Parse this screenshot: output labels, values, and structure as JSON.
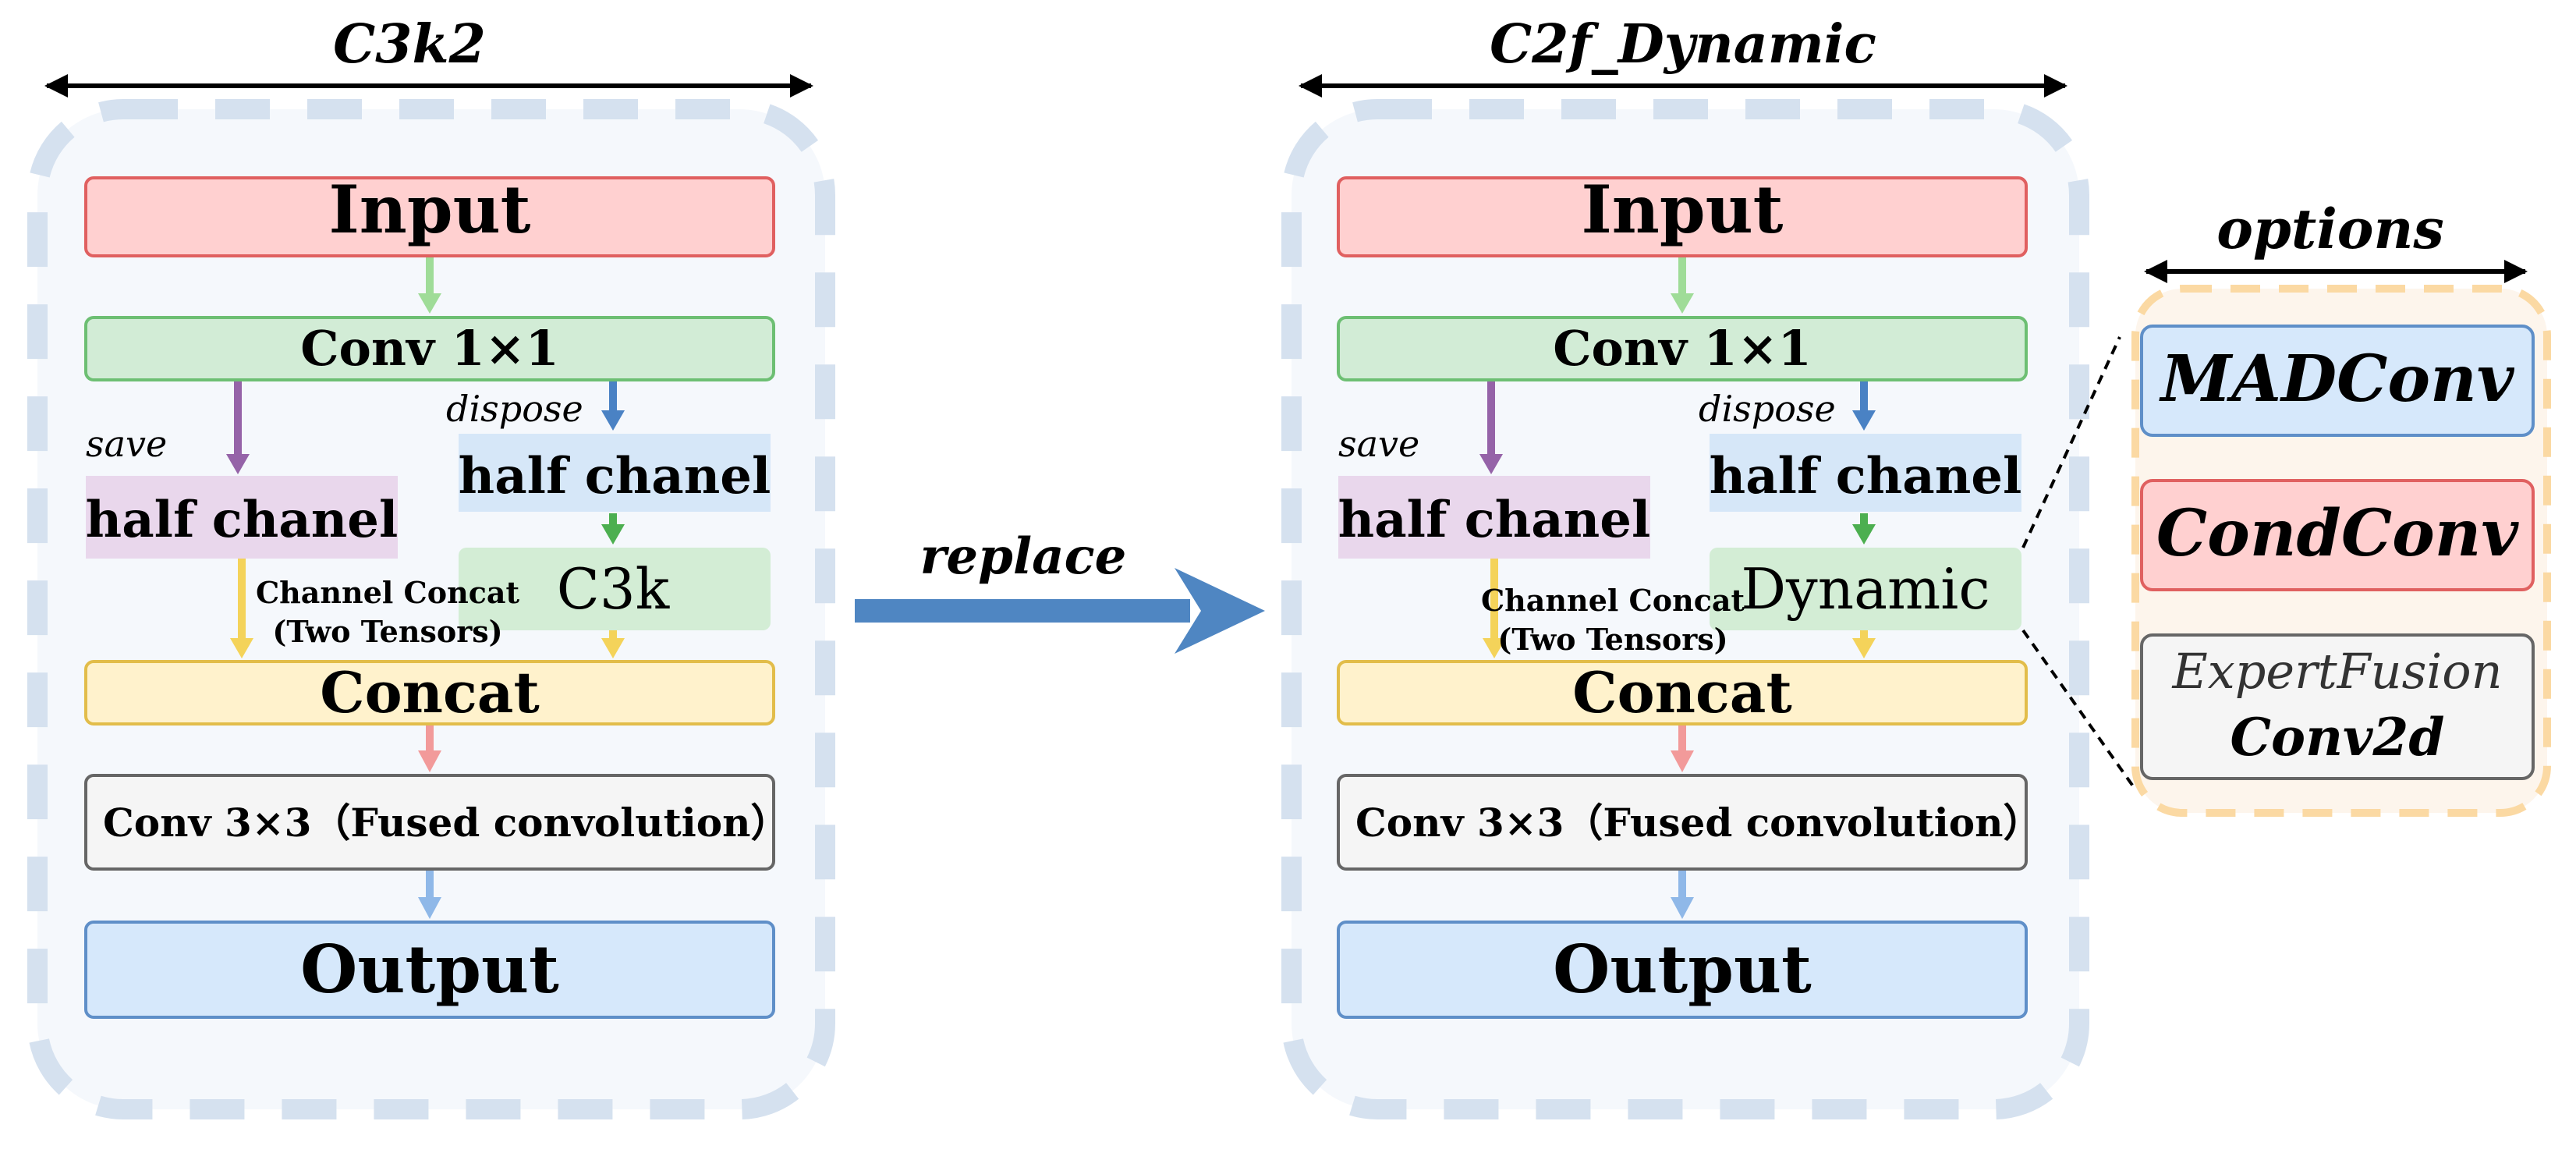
{
  "left_panel": {
    "title": "C3k2",
    "input": "Input",
    "conv1": "Conv 1×1",
    "save_label": "save",
    "dispose_label": "dispose",
    "half_left": "half chanel",
    "half_right": "half chanel",
    "module": "C3k",
    "concat_note_line1": "Channel Concat",
    "concat_note_line2": "(Two Tensors)",
    "concat": "Concat",
    "conv3": "Conv 3×3（Fused convolution）",
    "output": "Output"
  },
  "right_panel": {
    "title": "C2f_Dynamic",
    "input": "Input",
    "conv1": "Conv 1×1",
    "save_label": "save",
    "dispose_label": "dispose",
    "half_left": "half chanel",
    "half_right": "half chanel",
    "module": "Dynamic",
    "concat_note_line1": "Channel Concat",
    "concat_note_line2": "(Two Tensors)",
    "concat": "Concat",
    "conv3": "Conv 3×3（Fused convolution）",
    "output": "Output"
  },
  "replace_label": "replace",
  "options": {
    "title": "options",
    "items": [
      {
        "label": "MADConv"
      },
      {
        "label": "CondConv"
      },
      {
        "label_line1": "ExpertFusion",
        "label_line2": "Conv2d"
      }
    ]
  },
  "colors": {
    "input_fill": "#ffd0d0",
    "input_stroke": "#e06060",
    "conv1_fill": "#d2ecd6",
    "conv1_stroke": "#6dbf73",
    "half_left_fill": "#e9d7ec",
    "half_right_fill": "#d6e7f8",
    "module_fill": "#d3edd5",
    "concat_fill": "#fff2cc",
    "concat_stroke": "#e2bd4a",
    "conv3_fill": "#f5f5f5",
    "conv3_stroke": "#666666",
    "output_fill": "#d6e8fb",
    "output_stroke": "#5f8fc8",
    "panel_dash": "#d5e1ef",
    "options_dash": "#fbd9a3",
    "replace_arrow": "#4f86c2",
    "arrow_green": "#9fdc98",
    "arrow_purple": "#9563a8",
    "arrow_blue": "#4a82c4",
    "arrow_yellow": "#f4d35a",
    "arrow_red": "#f29a9a",
    "arrow_lightblue": "#8fb8e8"
  }
}
